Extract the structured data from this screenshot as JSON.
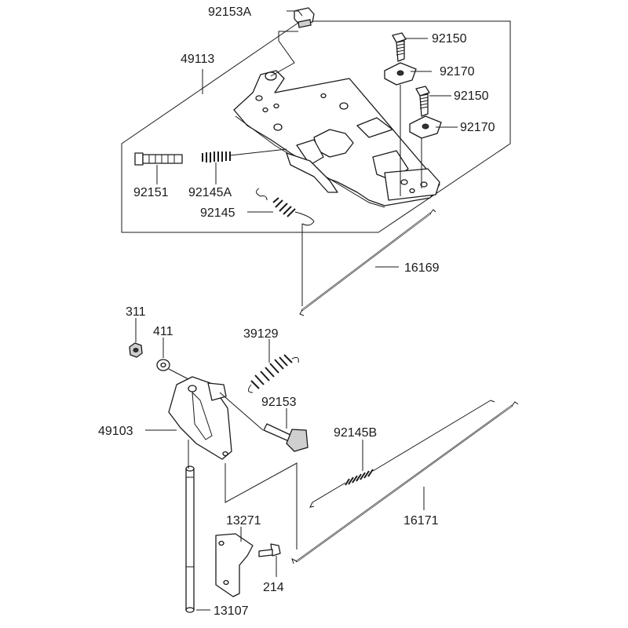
{
  "diagram": {
    "labels": {
      "p92153A": "92153A",
      "p49113": "49113",
      "p92150a": "92150",
      "p92170a": "92170",
      "p92150b": "92150",
      "p92170b": "92170",
      "p92151": "92151",
      "p92145A": "92145A",
      "p92145": "92145",
      "p16169": "16169",
      "p311": "311",
      "p411": "411",
      "p39129": "39129",
      "p92153": "92153",
      "p49103": "49103",
      "p92145B": "92145B",
      "p16171": "16171",
      "p13271": "13271",
      "p214": "214",
      "p13107": "13107"
    }
  }
}
